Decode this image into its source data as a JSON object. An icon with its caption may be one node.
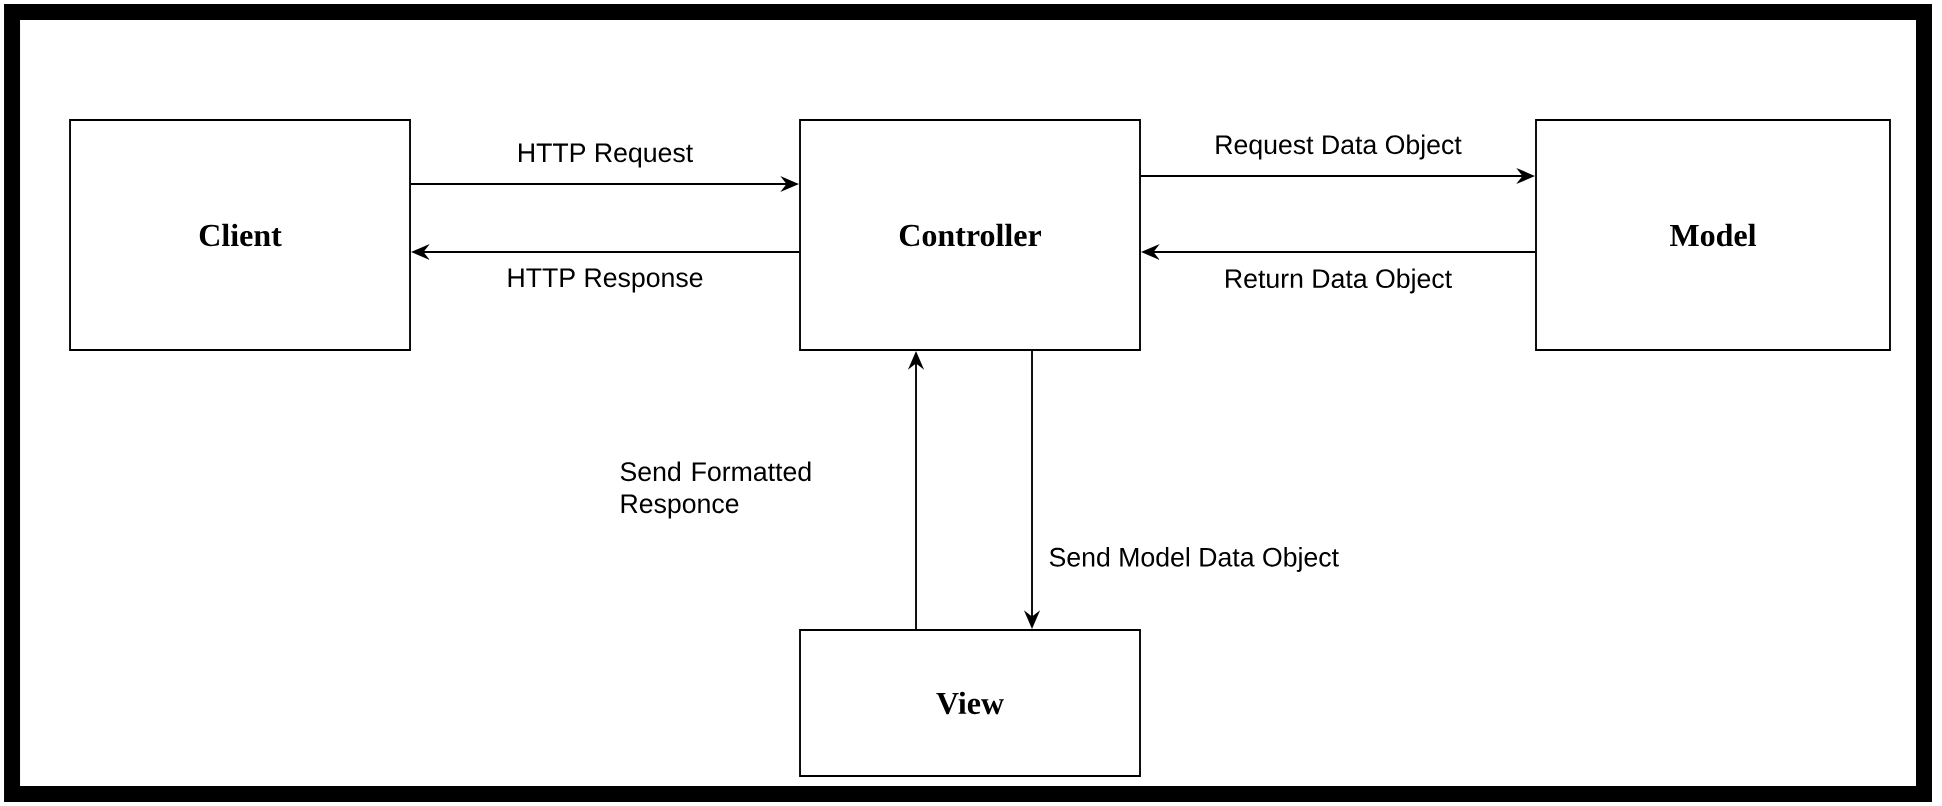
{
  "diagram": {
    "nodes": [
      {
        "text": [
          "Client"
        ]
      },
      {
        "text": [
          "Controller"
        ]
      },
      {
        "text": [
          "Model"
        ]
      },
      {
        "text": [
          "View"
        ]
      }
    ],
    "edges": [
      {
        "from": 0,
        "to": 1,
        "arrow": "to",
        "label": "HTTP Request"
      },
      {
        "from": 1,
        "to": 0,
        "arrow": "to",
        "label": "HTTP Response"
      },
      {
        "from": 1,
        "to": 2,
        "arrow": "to",
        "label": "Request Data Object"
      },
      {
        "from": 2,
        "to": 1,
        "arrow": "to",
        "label": "Return Data Object"
      },
      {
        "from": 3,
        "to": 1,
        "arrow": "to",
        "label": "Send Formatted Responce"
      },
      {
        "from": 1,
        "to": 3,
        "arrow": "to",
        "label": "Send Model Data Object"
      }
    ]
  }
}
